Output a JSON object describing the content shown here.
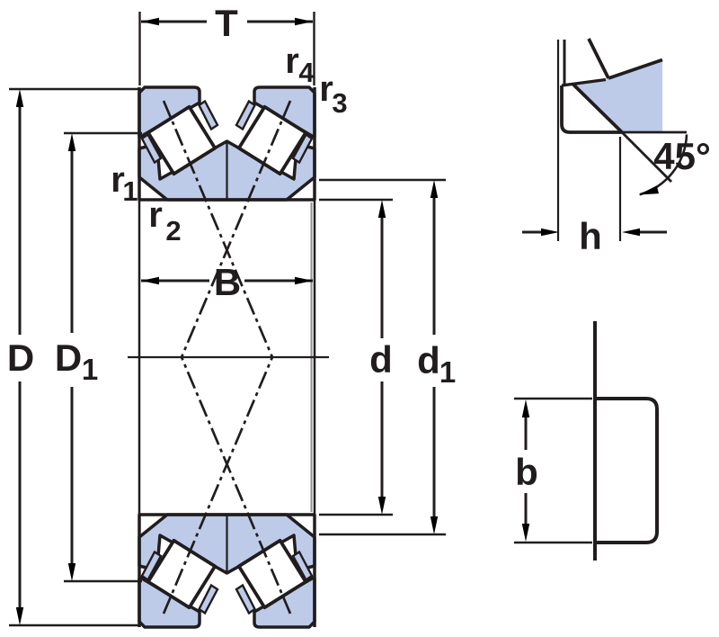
{
  "diagram": {
    "description": "Bearing cross-section drawing with dimension labels and two detail views",
    "colors": {
      "section_fill": "#bdcbe9",
      "line": "#211d1e",
      "background": "#ffffff",
      "shadow_line": "#8f8f8f"
    },
    "main_view": {
      "dim_labels": {
        "T": "T",
        "B": "B",
        "D": "D",
        "D1": {
          "base": "D",
          "sub": "1"
        },
        "d": "d",
        "d1": {
          "base": "d",
          "sub": "1"
        },
        "r1": {
          "base": "r",
          "sub": "1"
        },
        "r2": {
          "base": "r",
          "sub": "2"
        },
        "r3": {
          "base": "r",
          "sub": "3"
        },
        "r4": {
          "base": "r",
          "sub": "4"
        }
      }
    },
    "detail_views": {
      "chamfer_detail": {
        "angle": "45°",
        "h": "h"
      },
      "face_band_detail": {
        "b": "b"
      }
    }
  }
}
